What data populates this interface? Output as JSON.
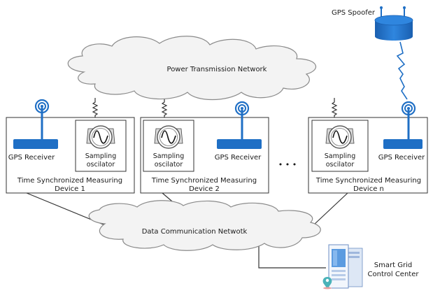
{
  "gps_spoofer_label": "GPS Spoofer",
  "power_network_label": "Power Transmission Network",
  "data_network_label": "Data Communication Netwotk",
  "ellipsis": "• • •",
  "devices": [
    {
      "gps_label": "GPS Receiver",
      "osc_label_1": "Sampling",
      "osc_label_2": "oscilator",
      "title_1": "Time Synchronized Measuring",
      "title_2": "Device 1"
    },
    {
      "gps_label": "GPS Receiver",
      "osc_label_1": "Sampling",
      "osc_label_2": "oscilator",
      "title_1": "Time Synchronized Measuring",
      "title_2": "Device 2"
    },
    {
      "gps_label": "GPS Receiver",
      "osc_label_1": "Sampling",
      "osc_label_2": "oscilator",
      "title_1": "Time Synchronized Measuring",
      "title_2": "Device n"
    }
  ],
  "control_center_1": "Smart Grid",
  "control_center_2": "Control Center",
  "colors": {
    "blue": "#1f6fc5",
    "cloud_fill": "#f2f2f2",
    "cloud_stroke": "#8a8a8a"
  }
}
